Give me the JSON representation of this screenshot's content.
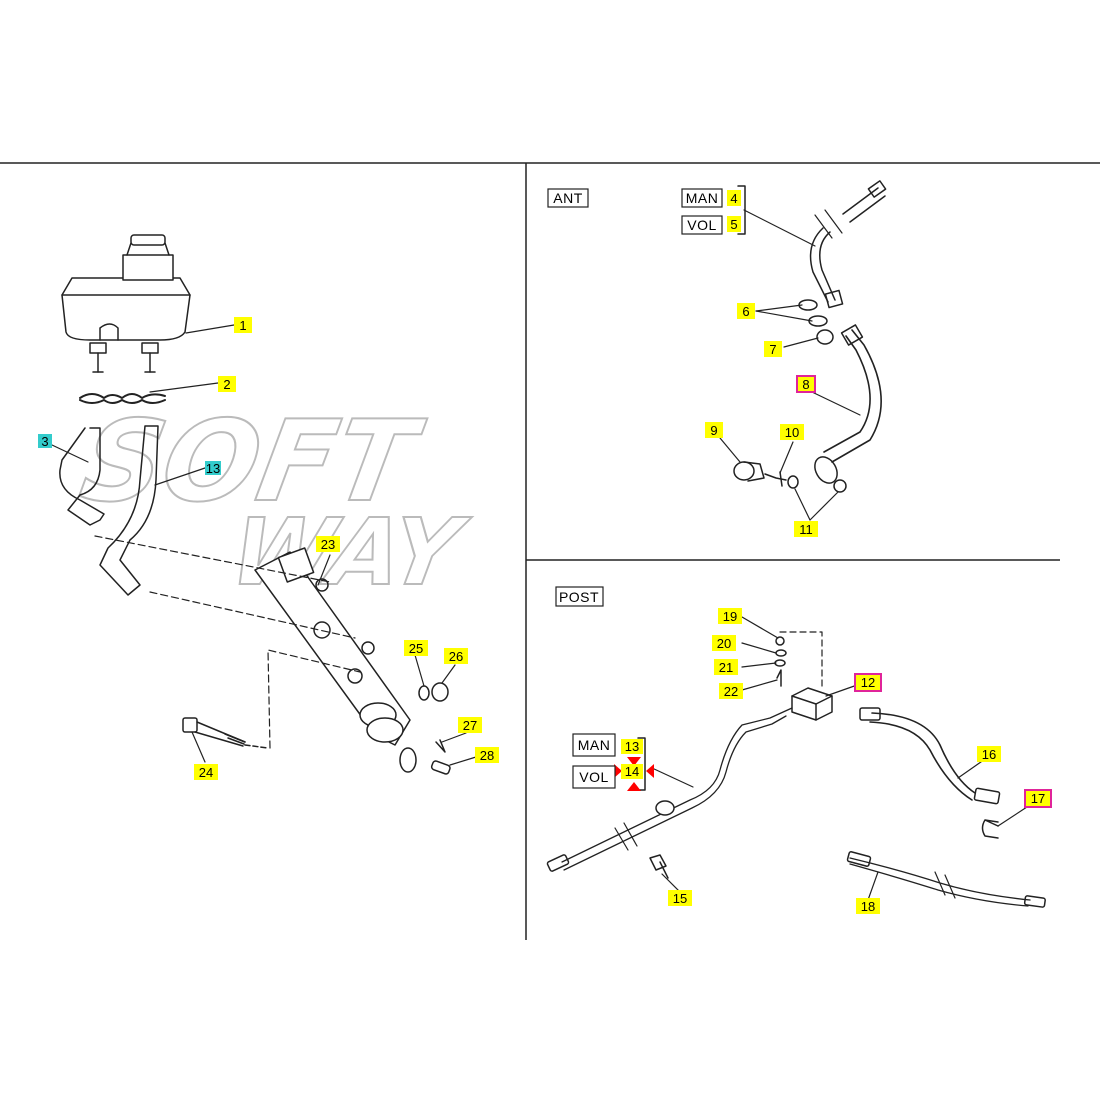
{
  "watermark": {
    "line1": "SOFT",
    "line2": "WAY"
  },
  "sections": {
    "front": "ANT",
    "rear": "POST"
  },
  "variants": {
    "manual": "MAN",
    "auto": "VOL"
  },
  "colors": {
    "yellow": "#ffff00",
    "cyan": "#33cccc",
    "magenta": "#e0249a",
    "red": "#ff0000",
    "line": "#222222",
    "watermark": "#bbbbbb"
  },
  "callouts": {
    "c1": "1",
    "c2": "2",
    "c3": "3",
    "c4": "4",
    "c5": "5",
    "c6": "6",
    "c7": "7",
    "c8": "8",
    "c9": "9",
    "c10": "10",
    "c11": "11",
    "c12": "12",
    "c13a": "13",
    "c13b": "13",
    "c14": "14",
    "c15": "15",
    "c16": "16",
    "c17": "17",
    "c18": "18",
    "c19": "19",
    "c20": "20",
    "c21": "21",
    "c22": "22",
    "c23": "23",
    "c24": "24",
    "c25": "25",
    "c26": "26",
    "c27": "27",
    "c28": "28"
  }
}
